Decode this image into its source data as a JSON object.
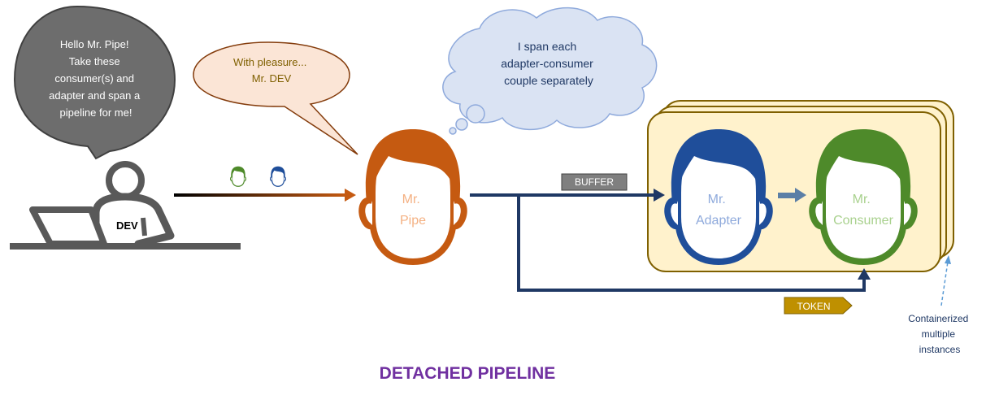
{
  "title": "DETACHED PIPELINE",
  "colors": {
    "pipe": "#c55a11",
    "adapter": "#1f4e9a",
    "consumer": "#4e8a2a",
    "dev": "#595959",
    "navy": "#1f3864",
    "title": "#7030a0",
    "container_fill": "#fff2cc",
    "container_stroke": "#7f6000",
    "token_fill": "#bf9000",
    "buffer_fill": "#7f7f7f"
  },
  "dev": {
    "label": "DEV",
    "speech": [
      "Hello Mr. Pipe!",
      "Take these",
      "consumer(s) and",
      "adapter and span a",
      "pipeline for me!"
    ]
  },
  "pipe": {
    "speech": [
      "With pleasure...",
      "Mr. DEV"
    ],
    "thought": [
      "I span each",
      "adapter-consumer",
      "couple separately"
    ],
    "name": [
      "Mr.",
      "Pipe"
    ]
  },
  "adapter": {
    "name": [
      "Mr.",
      "Adapter"
    ]
  },
  "consumer": {
    "name": [
      "Mr.",
      "Consumer"
    ]
  },
  "buffer_label": "BUFFER",
  "token_label": "TOKEN",
  "container_note": [
    "Containerized",
    "multiple",
    "instances"
  ]
}
